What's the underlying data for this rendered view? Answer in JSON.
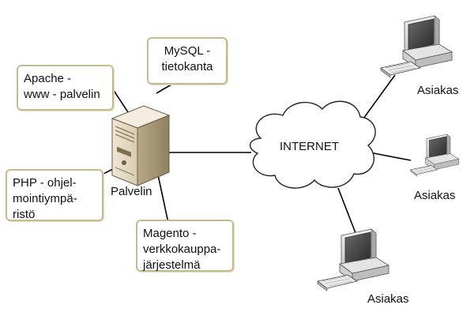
{
  "diagram": {
    "server": {
      "label": "Palvelin",
      "icon": "server-tower-icon"
    },
    "internet": {
      "label": "INTERNET",
      "icon": "cloud-icon"
    },
    "client_label": "Asiakas",
    "client_icon": "desktop-computer-icon",
    "boxes": {
      "mysql": [
        "MySQL -",
        "tietokanta"
      ],
      "apache": [
        "Apache -",
        "www - palvelin"
      ],
      "php": [
        "PHP - ohjel-",
        "mointiympä-",
        "ristö"
      ],
      "magento": [
        "Magento -",
        "verkkokauppa-",
        "järjestelmä"
      ]
    },
    "colors": {
      "box_border": "#c9b98f",
      "cloud_fill": "#ffffff",
      "line": "#000000"
    }
  }
}
